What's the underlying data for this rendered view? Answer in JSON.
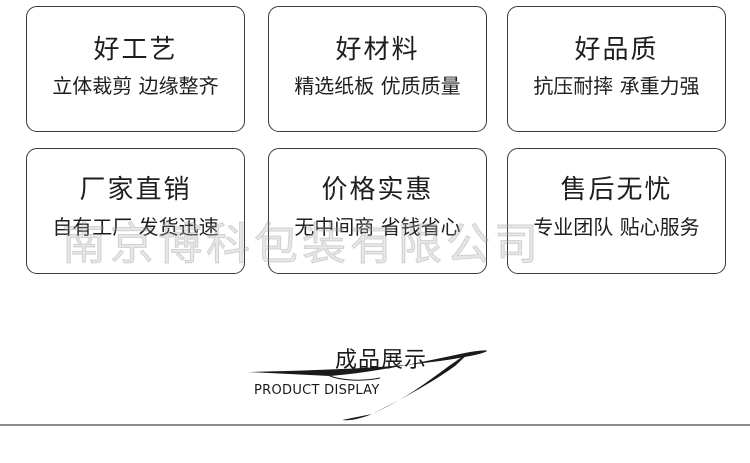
{
  "features": [
    {
      "title": "好工艺",
      "subtitle": "立体裁剪 边缘整齐"
    },
    {
      "title": "好材料",
      "subtitle": "精选纸板 优质质量"
    },
    {
      "title": "好品质",
      "subtitle": "抗压耐摔 承重力强"
    },
    {
      "title": "厂家直销",
      "subtitle": "自有工厂 发货迅速"
    },
    {
      "title": "价格实惠",
      "subtitle": "无中间商 省钱省心"
    },
    {
      "title": "售后无忧",
      "subtitle": "专业团队 贴心服务"
    }
  ],
  "watermark": "南京博科包装有限公司",
  "section": {
    "title": "成品展示",
    "subtitle": "PRODUCT DISPLAY"
  },
  "colors": {
    "border": "#3a3a3a",
    "text": "#1e1e1e",
    "watermark": "#aaaaaa"
  }
}
